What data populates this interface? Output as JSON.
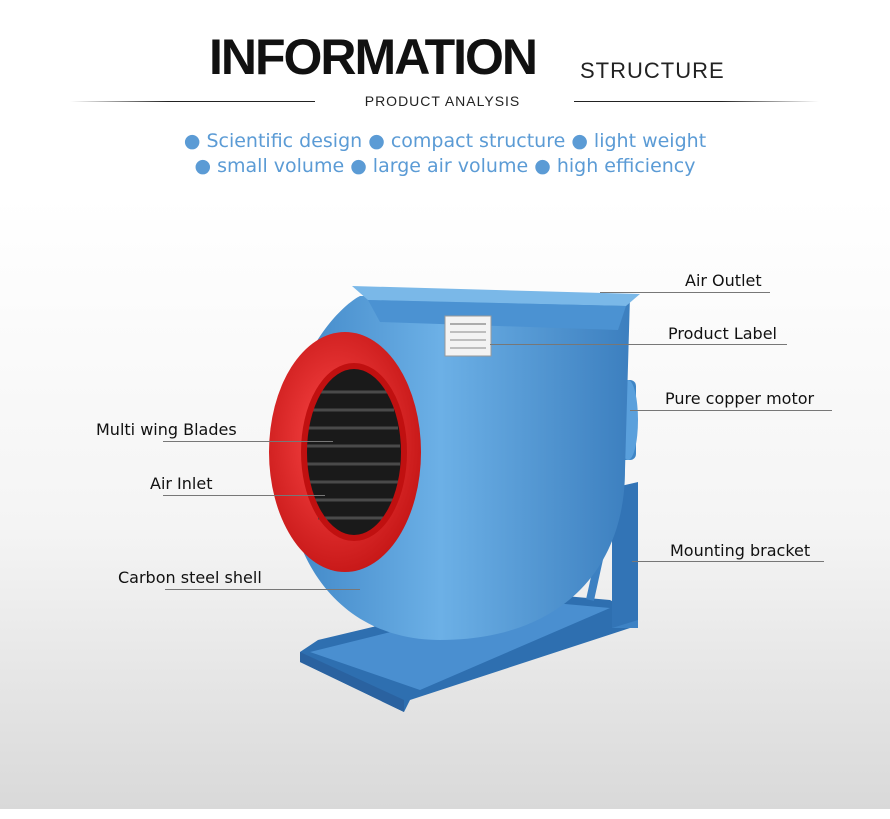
{
  "header": {
    "title": "INFORMATION",
    "title_sub": "STRUCTURE",
    "analysis": "PRODUCT ANALYSIS"
  },
  "features": {
    "line1": "● Scientific design ● compact structure ● light weight",
    "line2": "● small volume ● large air volume ● high efficiency"
  },
  "labels": {
    "air_outlet": "Air Outlet",
    "product_label": "Product Label",
    "motor": "Pure copper motor",
    "blades": "Multi wing Blades",
    "air_inlet": "Air Inlet",
    "bracket": "Mounting bracket",
    "shell": "Carbon steel shell"
  },
  "colors": {
    "feature_text": "#5b9bd5",
    "shell_blue": "#5b9ed6",
    "inlet_red": "#e32b2b"
  }
}
